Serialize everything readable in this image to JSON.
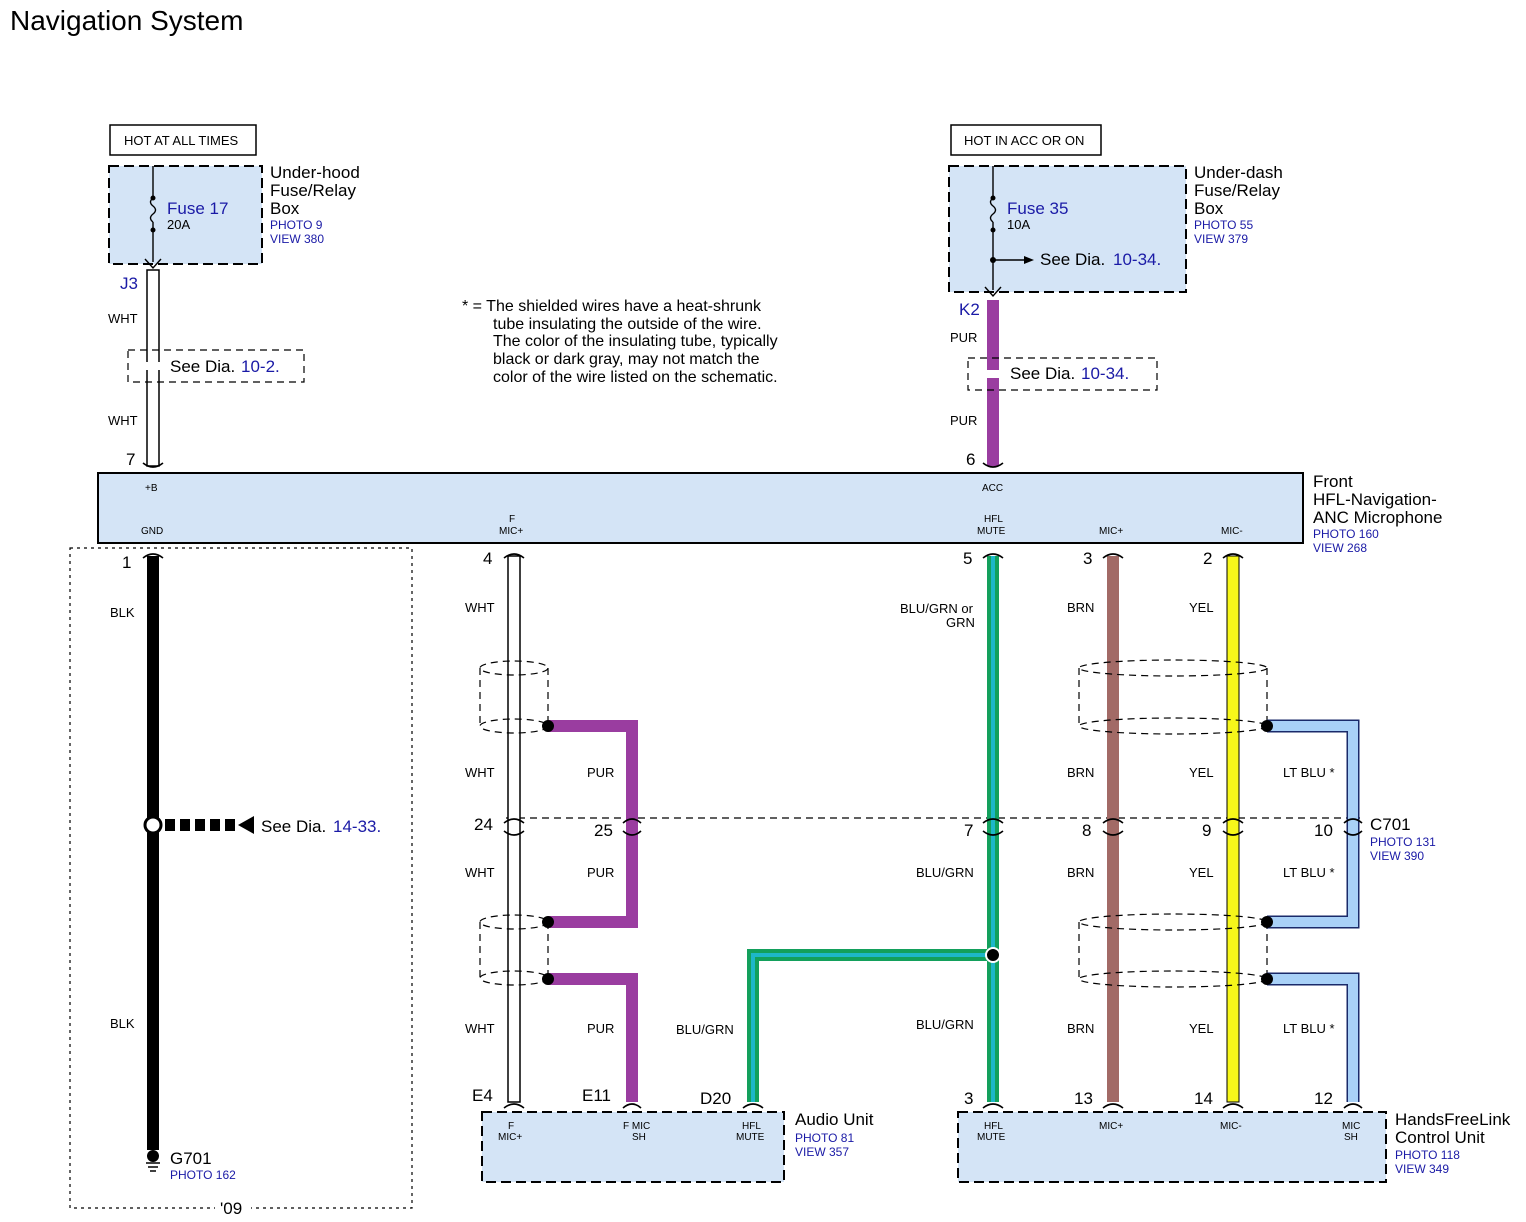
{
  "title": "Navigation System",
  "year_tag": "'09",
  "note": {
    "line1": "* = The shielded wires have a heat-shrunk",
    "line2": "tube insulating the outside of the wire.",
    "line3": "The color of the insulating tube, typically",
    "line4": "black or dark gray, may not match the",
    "line5": "color of the wire listed on the schematic."
  },
  "left_supply": {
    "tag": "HOT AT ALL TIMES",
    "fuse": "Fuse 17",
    "amps": "20A",
    "box_line1": "Under-hood",
    "box_line2": "Fuse/Relay",
    "box_line3": "Box",
    "photo": "PHOTO 9",
    "view": "VIEW 380",
    "terminal": "J3",
    "wire_top": "WHT",
    "wire_bottom": "WHT",
    "see_prefix": "See Dia.",
    "see_ref": "10-2.",
    "pin": "7",
    "pin_label": "+B"
  },
  "right_supply": {
    "tag": "HOT IN ACC OR ON",
    "fuse": "Fuse 35",
    "amps": "10A",
    "box_line1": "Under-dash",
    "box_line2": "Fuse/Relay",
    "box_line3": "Box",
    "photo": "PHOTO 55",
    "view": "VIEW 379",
    "see_inside_prefix": "See Dia.",
    "see_inside_ref": "10-34.",
    "terminal": "K2",
    "wire_top": "PUR",
    "wire_bottom": "PUR",
    "see_prefix": "See Dia.",
    "see_ref": "10-34.",
    "pin": "6",
    "pin_label": "ACC"
  },
  "microphone": {
    "line1": "Front",
    "line2": "HFL-Navigation-",
    "line3": "ANC Microphone",
    "photo": "PHOTO 160",
    "view": "VIEW 268",
    "pins": {
      "gnd": "GND",
      "fmic_a": "F",
      "fmic_b": "MIC+",
      "hfl_a": "HFL",
      "hfl_b": "MUTE",
      "micp": "MIC+",
      "micm": "MIC-"
    }
  },
  "ground": {
    "pin": "1",
    "wire_top": "BLK",
    "wire_bottom": "BLK",
    "see_prefix": "See Dia.",
    "see_ref": "14-33.",
    "name": "G701",
    "photo": "PHOTO 162"
  },
  "wires": {
    "fmic": {
      "pin_top": "4",
      "c_top": "WHT",
      "c_mid": "WHT",
      "c_low": "WHT",
      "c_bot": "WHT",
      "conn_pin": "24",
      "end_pin": "E4"
    },
    "shield": {
      "c_mid": "PUR",
      "c_low": "PUR",
      "c_bot": "PUR",
      "conn_pin": "25",
      "end_pin": "E11"
    },
    "audio_mute": {
      "color": "BLU/GRN",
      "end_pin": "D20"
    },
    "hfl": {
      "pin_top": "5",
      "c_top1": "BLU/GRN or",
      "c_top2": "GRN",
      "c_mid": "BLU/GRN",
      "c_bot": "BLU/GRN",
      "conn_pin": "7",
      "end_pin": "3"
    },
    "micp": {
      "pin_top": "3",
      "c_top": "BRN",
      "c_mid": "BRN",
      "c_low": "BRN",
      "c_bot": "BRN",
      "conn_pin": "8",
      "end_pin": "13"
    },
    "micm": {
      "pin_top": "2",
      "c_top": "YEL",
      "c_mid": "YEL",
      "c_low": "YEL",
      "c_bot": "YEL",
      "conn_pin": "9",
      "end_pin": "14"
    },
    "micsh": {
      "c_mid": "LT BLU *",
      "c_low": "LT BLU *",
      "c_bot": "LT BLU *",
      "conn_pin": "10",
      "end_pin": "12"
    }
  },
  "connector": {
    "name": "C701",
    "photo": "PHOTO 131",
    "view": "VIEW 390"
  },
  "audio_unit": {
    "name": "Audio Unit",
    "photo": "PHOTO 81",
    "view": "VIEW 357",
    "p1a": "F",
    "p1b": "MIC+",
    "p2a": "F MIC",
    "p2b": "SH",
    "p3a": "HFL",
    "p3b": "MUTE"
  },
  "hfl_unit": {
    "line1": "HandsFreeLink",
    "line2": "Control Unit",
    "photo": "PHOTO 118",
    "view": "VIEW 349",
    "p1a": "HFL",
    "p1b": "MUTE",
    "p2": "MIC+",
    "p3": "MIC-",
    "p4a": "MIC",
    "p4b": "SH"
  },
  "colors": {
    "box_fill": "#d4e4f6",
    "purple": "#9a3da0",
    "brown": "#a26a66",
    "yellow": "#f7f71a",
    "lt_blue": "#a9d1f7",
    "green": "#13a05c",
    "teal": "#1db7c9",
    "link_blue": "#1a1aa6"
  }
}
